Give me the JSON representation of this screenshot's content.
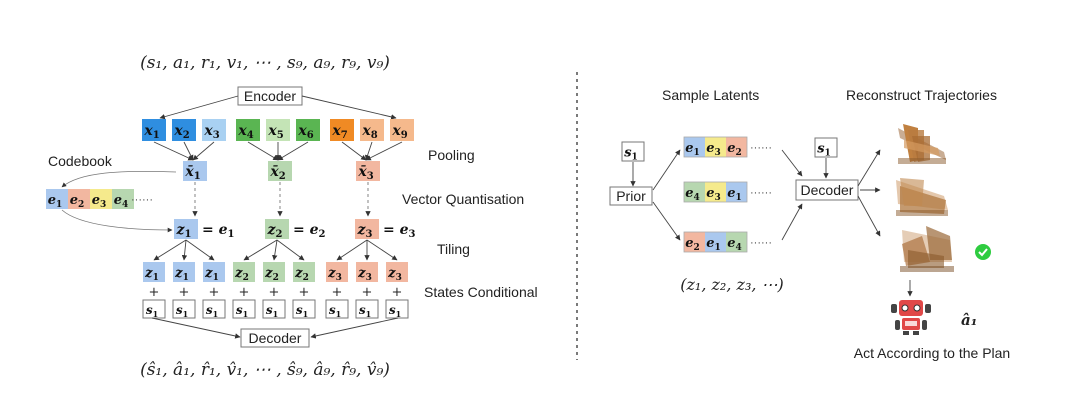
{
  "left_panel": {
    "input_tuple": "(s₁, a₁, r₁, v₁, ⋯ , s₉, a₉, r₉, v₉)",
    "encoder_label": "Encoder",
    "x_tokens": [
      {
        "base": "x",
        "sub": "1",
        "color": "#2f8ee0"
      },
      {
        "base": "x",
        "sub": "2",
        "color": "#2f8ee0"
      },
      {
        "base": "x",
        "sub": "3",
        "color": "#a9d1f2"
      },
      {
        "base": "x",
        "sub": "4",
        "color": "#5ab552"
      },
      {
        "base": "x",
        "sub": "5",
        "color": "#c4e4b6"
      },
      {
        "base": "x",
        "sub": "6",
        "color": "#5ab552"
      },
      {
        "base": "x",
        "sub": "7",
        "color": "#f08a24"
      },
      {
        "base": "x",
        "sub": "8",
        "color": "#f5b98c"
      },
      {
        "base": "x",
        "sub": "9",
        "color": "#f5b98c"
      }
    ],
    "codebook_label": "Codebook",
    "codebook_entries": [
      {
        "base": "e",
        "sub": "1",
        "color": "#aac8ee"
      },
      {
        "base": "e",
        "sub": "2",
        "color": "#f2b7a0"
      },
      {
        "base": "e",
        "sub": "3",
        "color": "#f5ea8c"
      },
      {
        "base": "e",
        "sub": "4",
        "color": "#b7d7b0"
      }
    ],
    "codebook_ellipsis": "······",
    "pooled": [
      {
        "base": "x̄",
        "sub": "1",
        "color": "#aac8ee"
      },
      {
        "base": "x̄",
        "sub": "2",
        "color": "#b7d7b0"
      },
      {
        "base": "x̄",
        "sub": "3",
        "color": "#f2b7a0"
      }
    ],
    "quantised": [
      {
        "base": "z",
        "sub": "1",
        "eq": "= e",
        "eqsub": "1",
        "color": "#aac8ee"
      },
      {
        "base": "z",
        "sub": "2",
        "eq": "= e",
        "eqsub": "2",
        "color": "#b7d7b0"
      },
      {
        "base": "z",
        "sub": "3",
        "eq": "= e",
        "eqsub": "3",
        "color": "#f2b7a0"
      }
    ],
    "tiled": [
      {
        "base": "z",
        "sub": "1",
        "color": "#aac8ee"
      },
      {
        "base": "z",
        "sub": "1",
        "color": "#aac8ee"
      },
      {
        "base": "z",
        "sub": "1",
        "color": "#aac8ee"
      },
      {
        "base": "z",
        "sub": "2",
        "color": "#b7d7b0"
      },
      {
        "base": "z",
        "sub": "2",
        "color": "#b7d7b0"
      },
      {
        "base": "z",
        "sub": "2",
        "color": "#b7d7b0"
      },
      {
        "base": "z",
        "sub": "3",
        "color": "#f2b7a0"
      },
      {
        "base": "z",
        "sub": "3",
        "color": "#f2b7a0"
      },
      {
        "base": "z",
        "sub": "3",
        "color": "#f2b7a0"
      }
    ],
    "plus_sign": "+",
    "state_token": {
      "base": "s",
      "sub": "1"
    },
    "decoder_label": "Decoder",
    "output_tuple": "(ŝ₁, â₁, r̂₁, v̂₁, ⋯ , ŝ₉, â₉, r̂₉, v̂₉)",
    "stage_labels": {
      "pooling": "Pooling",
      "vq": "Vector Quantisation",
      "tiling": "Tiling",
      "states": "States Conditional"
    }
  },
  "right_panel": {
    "sample_latents_label": "Sample Latents",
    "reconstruct_label": "Reconstruct Trajectories",
    "state_token": {
      "base": "s",
      "sub": "1"
    },
    "prior_label": "Prior",
    "latent_rows": [
      [
        {
          "base": "e",
          "sub": "1",
          "color": "#aac8ee"
        },
        {
          "base": "e",
          "sub": "3",
          "color": "#f5ea8c"
        },
        {
          "base": "e",
          "sub": "2",
          "color": "#f2b7a0"
        }
      ],
      [
        {
          "base": "e",
          "sub": "4",
          "color": "#b7d7b0"
        },
        {
          "base": "e",
          "sub": "3",
          "color": "#f5ea8c"
        },
        {
          "base": "e",
          "sub": "1",
          "color": "#aac8ee"
        }
      ],
      [
        {
          "base": "e",
          "sub": "2",
          "color": "#f2b7a0"
        },
        {
          "base": "e",
          "sub": "1",
          "color": "#aac8ee"
        },
        {
          "base": "e",
          "sub": "4",
          "color": "#b7d7b0"
        }
      ]
    ],
    "row_ellipsis": "······",
    "latent_tuple": "(z₁, z₂, z₃, ⋯)",
    "decoder_label": "Decoder",
    "action_label": "â₁",
    "caption": "Act According to the Plan",
    "check_color": "#2ecc40",
    "robot_color": "#e04848",
    "trajectory_color": "#c08040"
  }
}
